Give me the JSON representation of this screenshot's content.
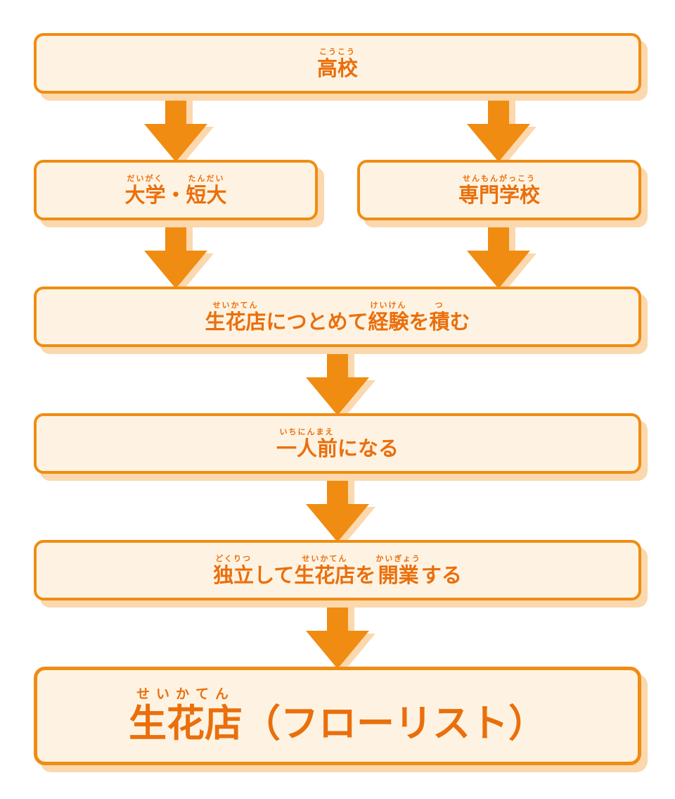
{
  "diagram": {
    "nodes": {
      "high_school": {
        "label": "高校",
        "segments": [
          {
            "base": "高校",
            "ruby": "こうこう"
          }
        ]
      },
      "university": {
        "label": "大学・短大",
        "segments": [
          {
            "base": "大学",
            "ruby": "だいがく"
          },
          {
            "base": "・",
            "ruby": ""
          },
          {
            "base": "短大",
            "ruby": "たんだい"
          }
        ]
      },
      "vocational_school": {
        "label": "専門学校",
        "segments": [
          {
            "base": "専門学校",
            "ruby": "せんもんがっこう"
          }
        ]
      },
      "experience": {
        "label": "生花店につとめて経験を積む",
        "segments": [
          {
            "base": "生花店",
            "ruby": "せいかてん"
          },
          {
            "base": "につとめて",
            "ruby": ""
          },
          {
            "base": "経験",
            "ruby": "けいけん"
          },
          {
            "base": "を",
            "ruby": ""
          },
          {
            "base": "積",
            "ruby": "つ"
          },
          {
            "base": "む",
            "ruby": ""
          }
        ]
      },
      "full_fledged": {
        "label": "一人前になる",
        "segments": [
          {
            "base": "一人前",
            "ruby": "いちにんまえ"
          },
          {
            "base": "になる",
            "ruby": ""
          }
        ]
      },
      "open_shop": {
        "label": "独立して生花店を開業する",
        "segments": [
          {
            "base": "独立",
            "ruby": "どくりつ"
          },
          {
            "base": "して",
            "ruby": ""
          },
          {
            "base": "生花店",
            "ruby": "せいかてん"
          },
          {
            "base": "を",
            "ruby": ""
          },
          {
            "base": "開業",
            "ruby": "かいぎょう"
          },
          {
            "base": "する",
            "ruby": ""
          }
        ]
      },
      "florist": {
        "label": "生花店（フローリスト）",
        "segments": [
          {
            "base": "生花店",
            "ruby": "せいかてん"
          },
          {
            "base": "（フローリスト）",
            "ruby": ""
          }
        ]
      }
    },
    "edges": [
      {
        "from": "high_school",
        "to": "university"
      },
      {
        "from": "high_school",
        "to": "vocational_school"
      },
      {
        "from": "university",
        "to": "experience"
      },
      {
        "from": "vocational_school",
        "to": "experience"
      },
      {
        "from": "experience",
        "to": "full_fledged"
      },
      {
        "from": "full_fledged",
        "to": "open_shop"
      },
      {
        "from": "open_shop",
        "to": "florist"
      }
    ],
    "colors": {
      "accent": "#f08c12",
      "text": "#ea6f0c",
      "box_fill": "#fef3e2",
      "shadow": "#fbd8ad"
    }
  }
}
